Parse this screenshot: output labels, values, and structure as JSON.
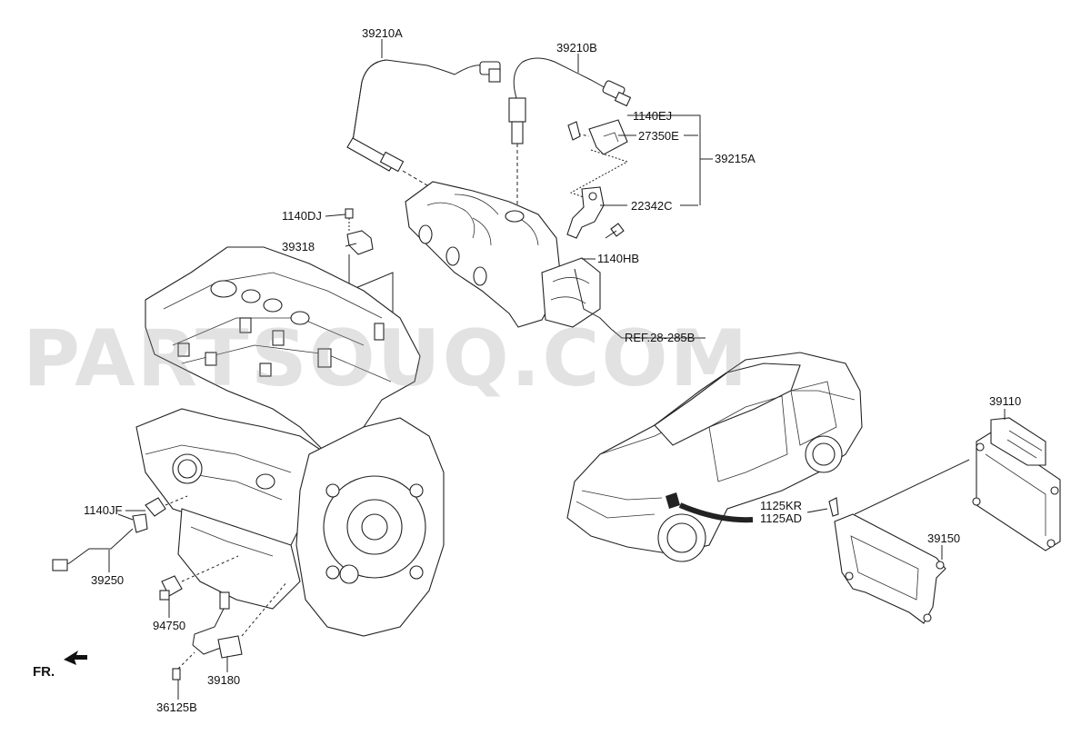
{
  "watermark": "PARTSOUQ.COM",
  "direction_label": "FR.",
  "callouts": {
    "c39210A": "39210A",
    "c39210B": "39210B",
    "c1140EJ": "1140EJ",
    "c27350E": "27350E",
    "c39215A": "39215A",
    "c22342C": "22342C",
    "c1140HB": "1140HB",
    "c1140DJ": "1140DJ",
    "c39318": "39318",
    "cREF": "REF.28-285B",
    "c39110": "39110",
    "c1125KR": "1125KR",
    "c1125AD": "1125AD",
    "c39150": "39150",
    "c1140JF": "1140JF",
    "c39250": "39250",
    "c94750": "94750",
    "c39180": "39180",
    "c36125B": "36125B"
  }
}
